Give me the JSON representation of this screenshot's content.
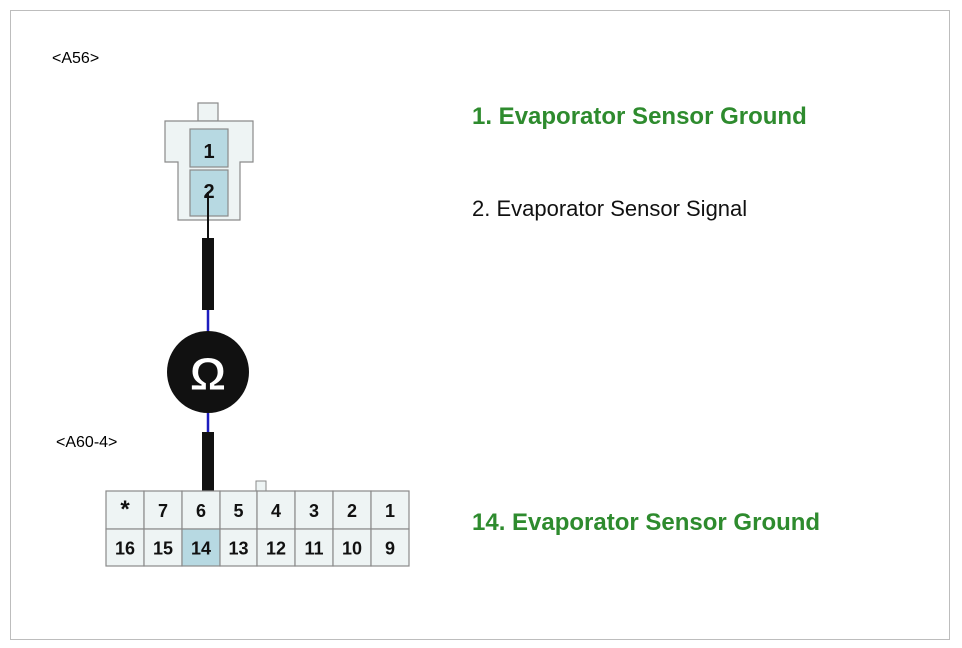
{
  "connector_top": {
    "id": "<A56>",
    "pins": [
      "1",
      "2"
    ],
    "highlighted": [
      "1",
      "2"
    ]
  },
  "connector_bottom": {
    "id": "<A60-4>",
    "row1": [
      "*",
      "7",
      "6",
      "5",
      "4",
      "3",
      "2",
      "1"
    ],
    "row2": [
      "16",
      "15",
      "14",
      "13",
      "12",
      "11",
      "10",
      "9"
    ],
    "highlighted": [
      "14"
    ]
  },
  "meter": {
    "symbol": "Ω",
    "icon": "ohmmeter-icon"
  },
  "legend": [
    {
      "text": "1. Evaporator Sensor Ground",
      "highlight": true
    },
    {
      "text": "2. Evaporator Sensor Signal",
      "highlight": false
    },
    {
      "text": "14. Evaporator Sensor Ground",
      "highlight": true
    }
  ],
  "colors": {
    "highlight_text": "#2e8b2e",
    "pin_fill_highlight": "#b7d9e2",
    "connector_fill": "#eef4f4",
    "wire": "#1d1dbf",
    "probe": "#111111"
  }
}
